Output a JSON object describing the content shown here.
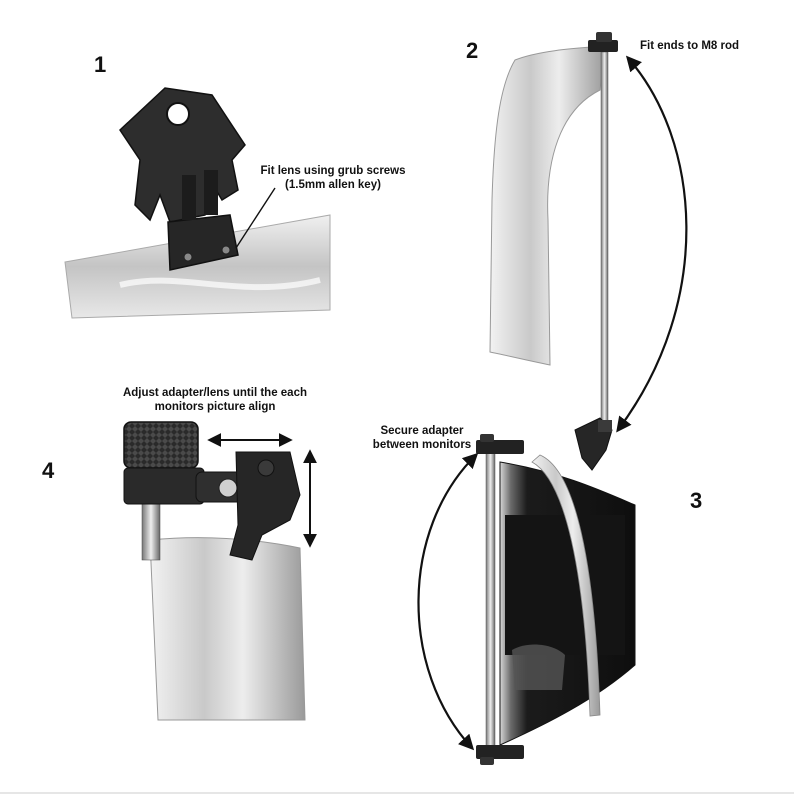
{
  "steps": {
    "s1": {
      "number": "1",
      "caption_line1": "Fit lens using grub screws",
      "caption_line2": "(1.5mm allen key)"
    },
    "s2": {
      "number": "2",
      "caption_line1": "Fit ends to M8 rod"
    },
    "s3": {
      "number": "3",
      "caption_line1": "Secure adapter",
      "caption_line2": "between monitors"
    },
    "s4": {
      "number": "4",
      "caption_line1": "Adjust adapter/lens until the each",
      "caption_line2": "monitors picture align"
    }
  },
  "colors": {
    "ink": "#111111",
    "metal_light": "#e4e4e4",
    "metal_dark": "#8c8c8c",
    "plastic": "#2b2b2b",
    "screen": "#1a1a1a"
  }
}
